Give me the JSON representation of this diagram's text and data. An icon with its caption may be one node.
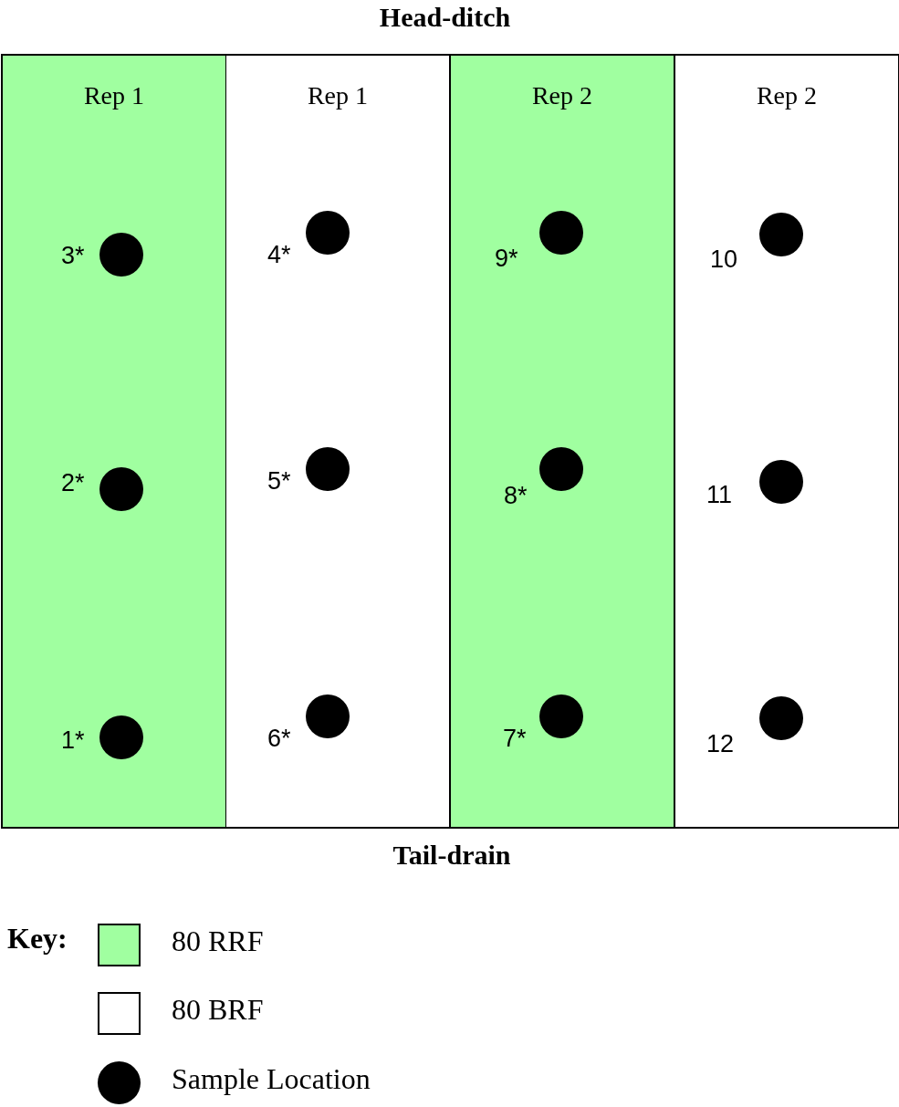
{
  "diagram": {
    "title": "Head-ditch",
    "caption": "Tail-drain",
    "nodes": [
      {
        "text": [
          "Rep 1"
        ]
      },
      {
        "text": [],
        "shape": "circle",
        "beside": [
          "3*"
        ],
        "in": 0
      },
      {
        "text": [],
        "shape": "circle",
        "beside": [
          "2*"
        ],
        "in": 0
      },
      {
        "text": [],
        "shape": "circle",
        "beside": [
          "1*"
        ],
        "in": 0
      },
      {
        "text": [
          "Rep 1"
        ]
      },
      {
        "text": [],
        "shape": "circle",
        "beside": [
          "4*"
        ],
        "in": 4
      },
      {
        "text": [],
        "shape": "circle",
        "beside": [
          "5*"
        ],
        "in": 4
      },
      {
        "text": [],
        "shape": "circle",
        "beside": [
          "6*"
        ],
        "in": 4
      },
      {
        "text": [
          "Rep 2"
        ]
      },
      {
        "text": [],
        "shape": "circle",
        "beside": [
          "9*"
        ],
        "in": 8
      },
      {
        "text": [],
        "shape": "circle",
        "beside": [
          "8*"
        ],
        "in": 8
      },
      {
        "text": [],
        "shape": "circle",
        "beside": [
          "7*"
        ],
        "in": 8
      },
      {
        "text": [
          "Rep 2"
        ]
      },
      {
        "text": [],
        "shape": "circle",
        "beside": [
          "10"
        ],
        "in": 12
      },
      {
        "text": [],
        "shape": "circle",
        "beside": [
          "11"
        ],
        "in": 12
      },
      {
        "text": [],
        "shape": "circle",
        "beside": [
          "12"
        ],
        "in": 12
      }
    ],
    "edges": [],
    "labels": [
      "Key:"
    ],
    "legend": [
      {
        "text": "80 RRF",
        "color": "#a0ffa0"
      },
      {
        "text": "80 BRF",
        "color": "#ffffff"
      },
      {
        "text": "Sample Location"
      }
    ]
  }
}
